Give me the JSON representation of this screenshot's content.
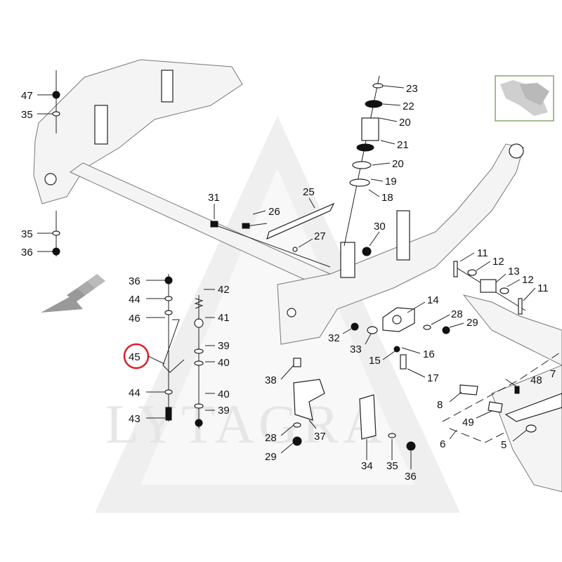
{
  "watermark": {
    "text": "LYTAGRA"
  },
  "highlight": {
    "label": "45",
    "color": "#d9202a"
  },
  "callouts": [
    {
      "id": "c47",
      "label": "47"
    },
    {
      "id": "c35a",
      "label": "35"
    },
    {
      "id": "c35b",
      "label": "35"
    },
    {
      "id": "c36a",
      "label": "36"
    },
    {
      "id": "c36b",
      "label": "36"
    },
    {
      "id": "c44a",
      "label": "44"
    },
    {
      "id": "c46",
      "label": "46"
    },
    {
      "id": "c45",
      "label": "45"
    },
    {
      "id": "c44b",
      "label": "44"
    },
    {
      "id": "c43",
      "label": "43"
    },
    {
      "id": "c42",
      "label": "42"
    },
    {
      "id": "c41",
      "label": "41"
    },
    {
      "id": "c39a",
      "label": "39"
    },
    {
      "id": "c40a",
      "label": "40"
    },
    {
      "id": "c40b",
      "label": "40"
    },
    {
      "id": "c39b",
      "label": "39"
    },
    {
      "id": "c31",
      "label": "31"
    },
    {
      "id": "c26",
      "label": "26"
    },
    {
      "id": "c25",
      "label": "25"
    },
    {
      "id": "c27",
      "label": "27"
    },
    {
      "id": "c30",
      "label": "30"
    },
    {
      "id": "c23",
      "label": "23"
    },
    {
      "id": "c22",
      "label": "22"
    },
    {
      "id": "c20a",
      "label": "20"
    },
    {
      "id": "c21",
      "label": "21"
    },
    {
      "id": "c20b",
      "label": "20"
    },
    {
      "id": "c19",
      "label": "19"
    },
    {
      "id": "c18",
      "label": "18"
    },
    {
      "id": "c11a",
      "label": "11"
    },
    {
      "id": "c12a",
      "label": "12"
    },
    {
      "id": "c13",
      "label": "13"
    },
    {
      "id": "c12b",
      "label": "12"
    },
    {
      "id": "c11b",
      "label": "11"
    },
    {
      "id": "c14",
      "label": "14"
    },
    {
      "id": "c28a",
      "label": "28"
    },
    {
      "id": "c29a",
      "label": "29"
    },
    {
      "id": "c32",
      "label": "32"
    },
    {
      "id": "c33",
      "label": "33"
    },
    {
      "id": "c16",
      "label": "16"
    },
    {
      "id": "c15",
      "label": "15"
    },
    {
      "id": "c17",
      "label": "17"
    },
    {
      "id": "c7",
      "label": "7"
    },
    {
      "id": "c48",
      "label": "48"
    },
    {
      "id": "c38",
      "label": "38"
    },
    {
      "id": "c37",
      "label": "37"
    },
    {
      "id": "c28b",
      "label": "28"
    },
    {
      "id": "c29b",
      "label": "29"
    },
    {
      "id": "c34",
      "label": "34"
    },
    {
      "id": "c35c",
      "label": "35"
    },
    {
      "id": "c36c",
      "label": "36"
    },
    {
      "id": "c8",
      "label": "8"
    },
    {
      "id": "c49",
      "label": "49"
    },
    {
      "id": "c6",
      "label": "6"
    },
    {
      "id": "c5",
      "label": "5"
    }
  ]
}
